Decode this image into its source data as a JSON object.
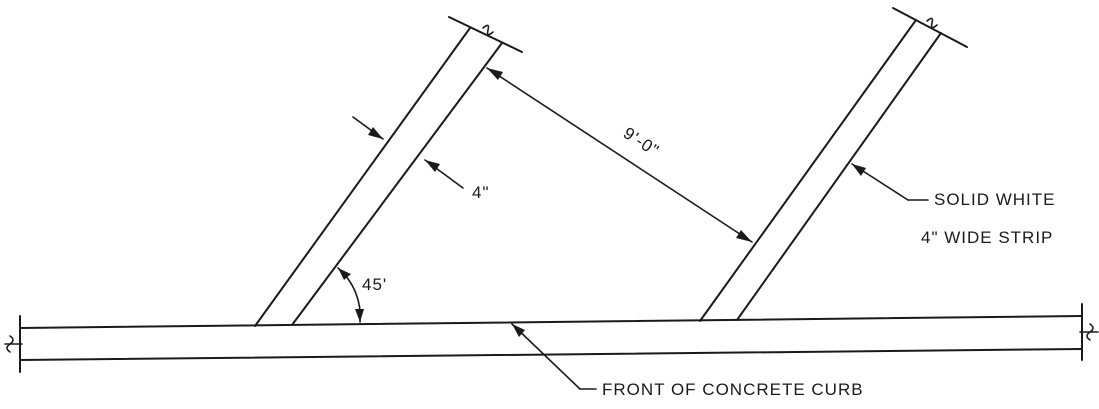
{
  "diagram": {
    "labels": {
      "spacing": "9'-0\"",
      "stripe_width": "4\"",
      "angle": "45'",
      "stripe_note_line1": "SOLID WHITE",
      "stripe_note_line2": "4\" WIDE STRIP",
      "curb": "FRONT OF CONCRETE CURB"
    }
  }
}
